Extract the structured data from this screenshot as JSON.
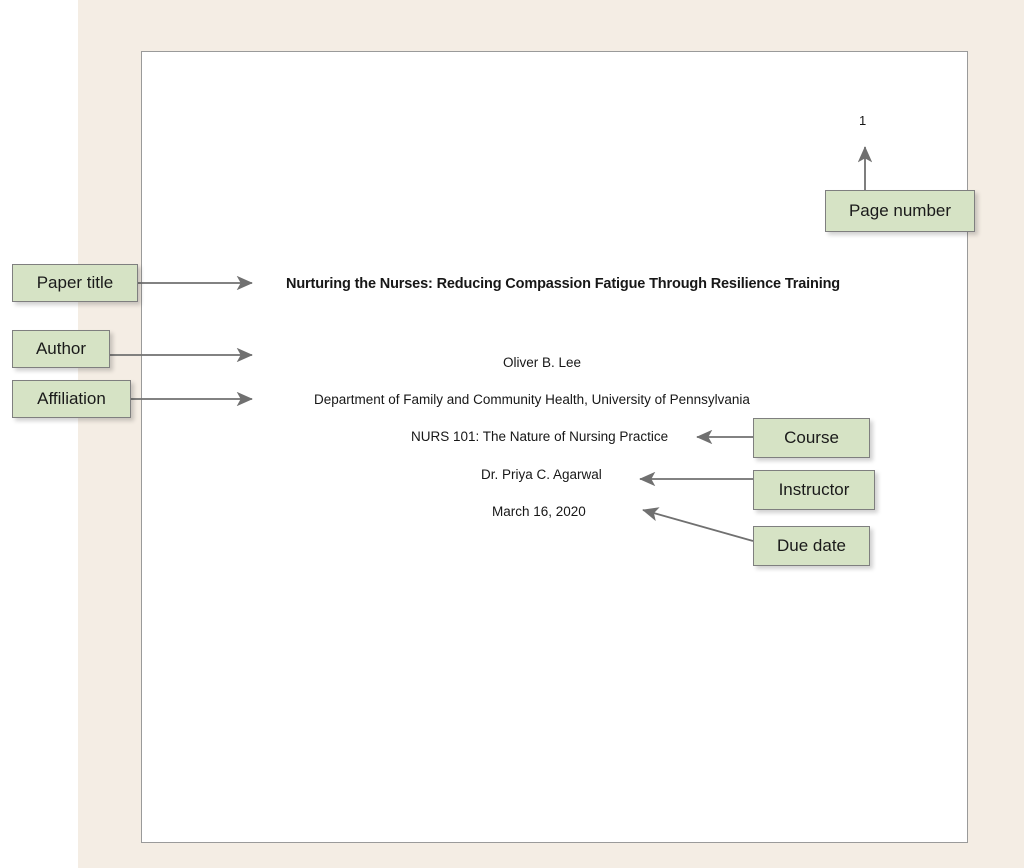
{
  "document": {
    "page_number": "1",
    "title": "Nurturing the Nurses: Reducing Compassion Fatigue Through Resilience Training",
    "author": "Oliver B. Lee",
    "affiliation": "Department of Family and Community Health, University of Pennsylvania",
    "course": "NURS 101: The Nature of Nursing Practice",
    "instructor": "Dr. Priya C. Agarwal",
    "due_date": "March 16, 2020"
  },
  "annotations": {
    "paper_title": "Paper title",
    "author": "Author",
    "affiliation": "Affiliation",
    "page_number": "Page number",
    "course": "Course",
    "instructor": "Instructor",
    "due_date": "Due date"
  },
  "colors": {
    "callout_fill": "#D6E3C5",
    "callout_border": "#7f7f7f",
    "backdrop": "#F4EDE4",
    "page_border": "#9a9a9a",
    "arrow": "#707070",
    "text": "#171717"
  }
}
